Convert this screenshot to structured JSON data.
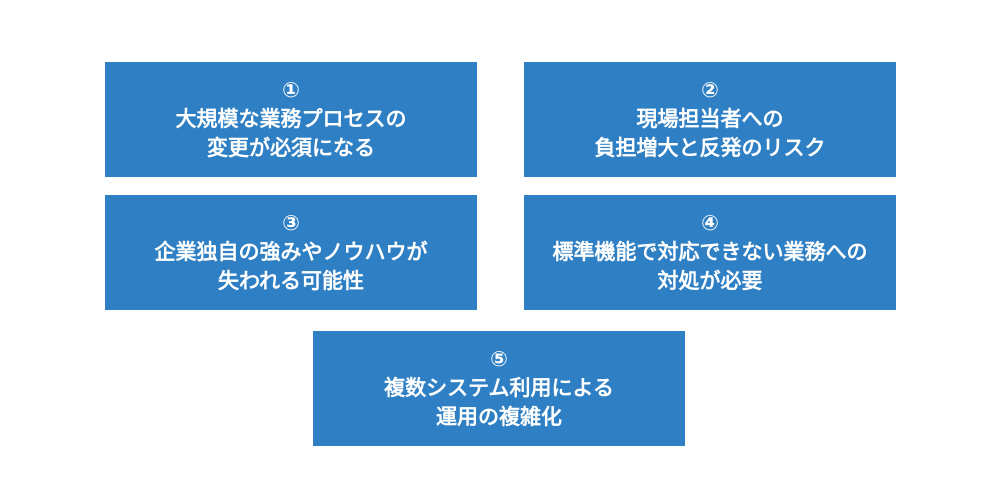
{
  "colors": {
    "box_fill": "#2e7fc3",
    "box_text": "#ffffff",
    "background": "#ffffff"
  },
  "items": [
    {
      "number": "①",
      "lines": [
        "大規模な業務プロセスの",
        "変更が必須になる"
      ]
    },
    {
      "number": "②",
      "lines": [
        "現場担当者への",
        "負担増大と反発のリスク"
      ]
    },
    {
      "number": "③",
      "lines": [
        "企業独自の強みやノウハウが",
        "失われる可能性"
      ]
    },
    {
      "number": "④",
      "lines": [
        "標準機能で対応できない業務への",
        "対処が必要"
      ]
    },
    {
      "number": "⑤",
      "lines": [
        "複数システム利用による",
        "運用の複雑化"
      ]
    }
  ]
}
